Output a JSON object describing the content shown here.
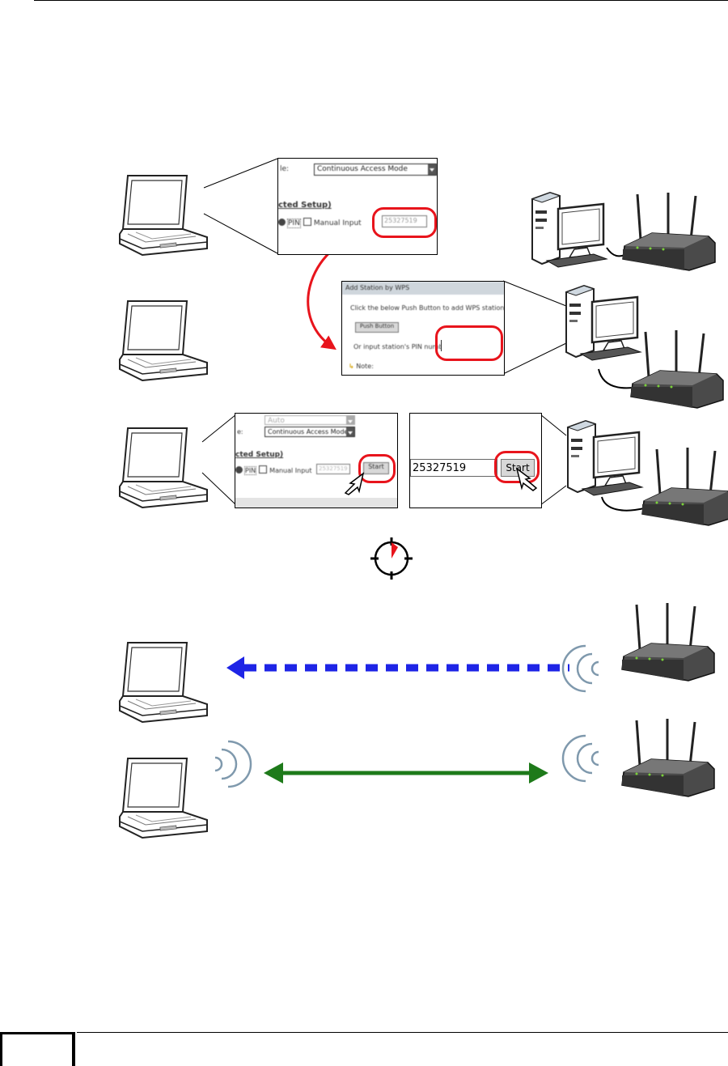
{
  "screen1": {
    "label_partial": "le:",
    "mode_select": "Continuous Access Mode",
    "section": "cted Setup)",
    "pin_label": "PIN",
    "manual_label": "Manual Input",
    "pin_value": "25327519"
  },
  "screen2": {
    "header": "Add Station by WPS",
    "instruction": "Click the below Push Button to add WPS station",
    "push_button": "Push Button",
    "pin_prompt": "Or input station's PIN number:",
    "note": "Note:"
  },
  "screen3": {
    "auto_select": "Auto",
    "mode_select": "Continuous Access Mode",
    "section": "cted Setup)",
    "pin_label": "PIN",
    "manual_label": "Manual Input",
    "pin_value": "25327519",
    "start_button": "Start"
  },
  "screen4": {
    "pin_value": "25327519",
    "start_button": "Start"
  },
  "colors": {
    "highlight": "#e8141c",
    "scan_arrow": "#1e24e6",
    "connect_arrow": "#1e7a1a"
  }
}
